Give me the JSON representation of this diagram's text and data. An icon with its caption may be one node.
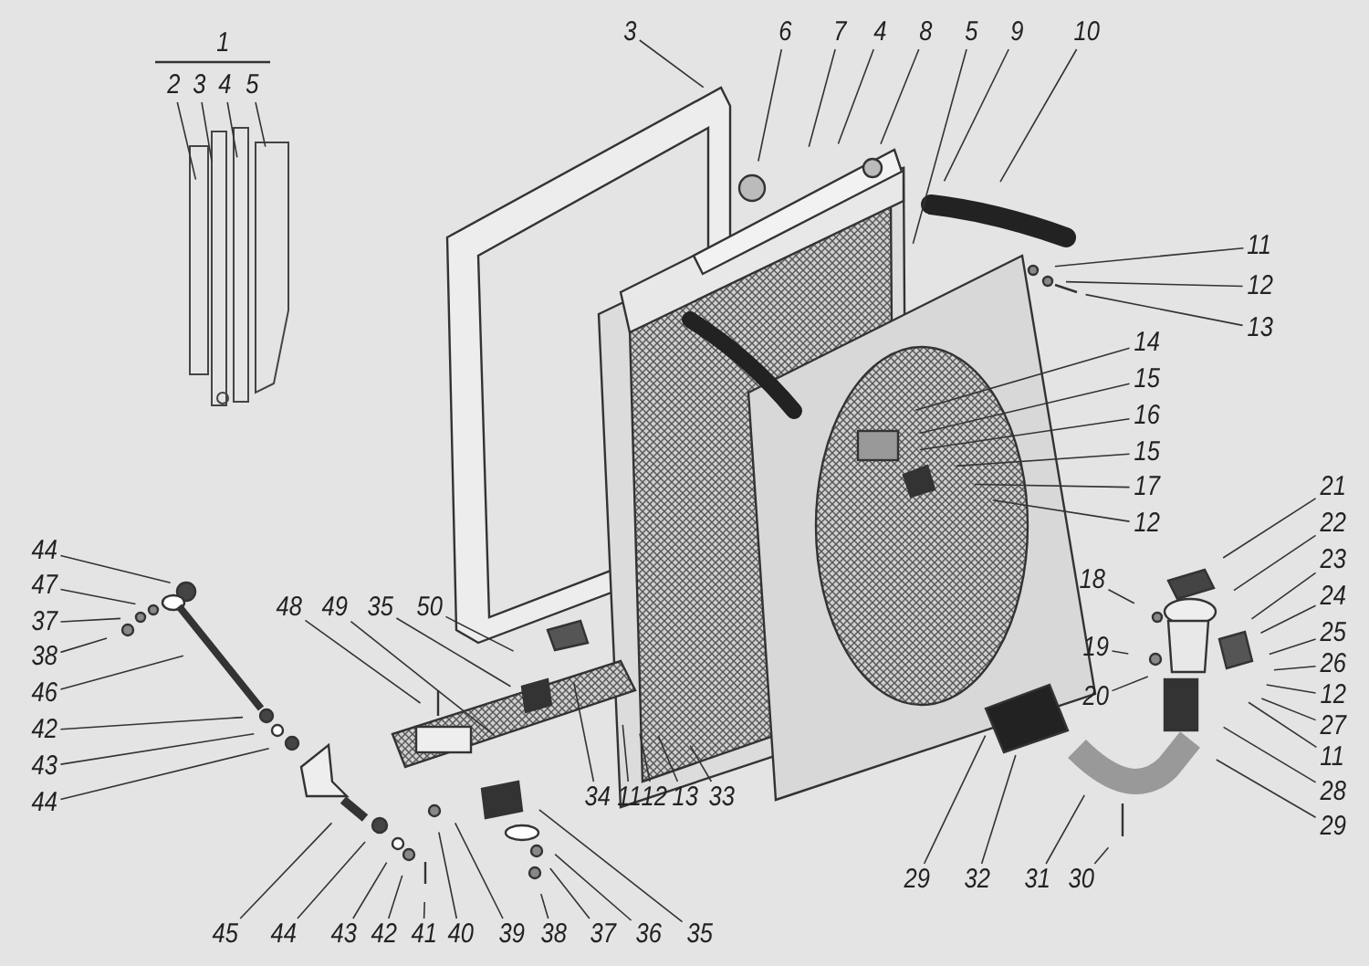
{
  "diagram": {
    "nodes": [
      {
        "text": [
          "2"
        ]
      },
      {
        "text": [
          "3"
        ]
      },
      {
        "text": [
          "4"
        ]
      },
      {
        "text": [
          "5"
        ]
      },
      {
        "text": [
          "3"
        ]
      },
      {
        "text": [
          "6"
        ]
      },
      {
        "text": [
          "7"
        ]
      },
      {
        "text": [
          "4"
        ]
      },
      {
        "text": [
          "8"
        ]
      },
      {
        "text": [
          "5"
        ]
      },
      {
        "text": [
          "9"
        ]
      },
      {
        "text": [
          "10"
        ]
      },
      {
        "text": [
          "11"
        ]
      },
      {
        "text": [
          "12"
        ]
      },
      {
        "text": [
          "13"
        ]
      },
      {
        "text": [
          "14"
        ]
      },
      {
        "text": [
          "15"
        ]
      },
      {
        "text": [
          "16"
        ]
      },
      {
        "text": [
          "15"
        ]
      },
      {
        "text": [
          "17"
        ]
      },
      {
        "text": [
          "12"
        ]
      },
      {
        "text": [
          "21"
        ]
      },
      {
        "text": [
          "22"
        ]
      },
      {
        "text": [
          "23"
        ]
      },
      {
        "text": [
          "24"
        ]
      },
      {
        "text": [
          "25"
        ]
      },
      {
        "text": [
          "26"
        ]
      },
      {
        "text": [
          "12"
        ]
      },
      {
        "text": [
          "27"
        ]
      },
      {
        "text": [
          "11"
        ]
      },
      {
        "text": [
          "28"
        ]
      },
      {
        "text": [
          "29"
        ]
      },
      {
        "text": [
          "18"
        ]
      },
      {
        "text": [
          "19"
        ]
      },
      {
        "text": [
          "20"
        ]
      },
      {
        "text": [
          "29"
        ]
      },
      {
        "text": [
          "32"
        ]
      },
      {
        "text": [
          "31"
        ]
      },
      {
        "text": [
          "30"
        ]
      },
      {
        "text": [
          "34"
        ]
      },
      {
        "text": [
          "11"
        ]
      },
      {
        "text": [
          "12"
        ]
      },
      {
        "text": [
          "13"
        ]
      },
      {
        "text": [
          "33"
        ]
      },
      {
        "text": [
          "44"
        ]
      },
      {
        "text": [
          "47"
        ]
      },
      {
        "text": [
          "37"
        ]
      },
      {
        "text": [
          "38"
        ]
      },
      {
        "text": [
          "46"
        ]
      },
      {
        "text": [
          "42"
        ]
      },
      {
        "text": [
          "43"
        ]
      },
      {
        "text": [
          "44"
        ]
      },
      {
        "text": [
          "48"
        ]
      },
      {
        "text": [
          "49"
        ]
      },
      {
        "text": [
          "35"
        ]
      },
      {
        "text": [
          "50"
        ]
      },
      {
        "text": [
          "45"
        ]
      },
      {
        "text": [
          "44"
        ]
      },
      {
        "text": [
          "43"
        ]
      },
      {
        "text": [
          "42"
        ]
      },
      {
        "text": [
          "41"
        ]
      },
      {
        "text": [
          "40"
        ]
      },
      {
        "text": [
          "39"
        ]
      },
      {
        "text": [
          "38"
        ]
      },
      {
        "text": [
          "37"
        ]
      },
      {
        "text": [
          "36"
        ]
      },
      {
        "text": [
          "35"
        ]
      }
    ],
    "edges": [
      {
        "from": 0,
        "to": null,
        "arrow": "none"
      },
      {
        "from": 1,
        "to": null,
        "arrow": "none"
      },
      {
        "from": 2,
        "to": null,
        "arrow": "none"
      },
      {
        "from": 3,
        "to": null,
        "arrow": "none"
      },
      {
        "from": 4,
        "to": null,
        "arrow": "none"
      },
      {
        "from": 5,
        "to": null,
        "arrow": "none"
      },
      {
        "from": 6,
        "to": null,
        "arrow": "none"
      },
      {
        "from": 7,
        "to": null,
        "arrow": "none"
      },
      {
        "from": 8,
        "to": null,
        "arrow": "none"
      },
      {
        "from": 9,
        "to": null,
        "arrow": "none"
      },
      {
        "from": 10,
        "to": null,
        "arrow": "none"
      },
      {
        "from": 11,
        "to": null,
        "arrow": "none"
      },
      {
        "from": 12,
        "to": null,
        "arrow": "none"
      },
      {
        "from": 13,
        "to": null,
        "arrow": "none"
      },
      {
        "from": 14,
        "to": null,
        "arrow": "none"
      },
      {
        "from": 15,
        "to": null,
        "arrow": "none"
      },
      {
        "from": 16,
        "to": null,
        "arrow": "none"
      },
      {
        "from": 17,
        "to": null,
        "arrow": "none"
      },
      {
        "from": 18,
        "to": null,
        "arrow": "none"
      },
      {
        "from": 19,
        "to": null,
        "arrow": "none"
      },
      {
        "from": 20,
        "to": null,
        "arrow": "none"
      },
      {
        "from": 21,
        "to": null,
        "arrow": "none"
      },
      {
        "from": 22,
        "to": null,
        "arrow": "none"
      },
      {
        "from": 23,
        "to": null,
        "arrow": "none"
      },
      {
        "from": 24,
        "to": null,
        "arrow": "none"
      },
      {
        "from": 25,
        "to": null,
        "arrow": "none"
      },
      {
        "from": 26,
        "to": null,
        "arrow": "none"
      },
      {
        "from": 27,
        "to": null,
        "arrow": "none"
      },
      {
        "from": 28,
        "to": null,
        "arrow": "none"
      },
      {
        "from": 29,
        "to": null,
        "arrow": "none"
      },
      {
        "from": 30,
        "to": null,
        "arrow": "none"
      },
      {
        "from": 31,
        "to": null,
        "arrow": "none"
      },
      {
        "from": 32,
        "to": null,
        "arrow": "none"
      },
      {
        "from": 33,
        "to": null,
        "arrow": "none"
      },
      {
        "from": 34,
        "to": null,
        "arrow": "none"
      },
      {
        "from": 35,
        "to": null,
        "arrow": "none"
      },
      {
        "from": 36,
        "to": null,
        "arrow": "none"
      },
      {
        "from": 37,
        "to": null,
        "arrow": "none"
      },
      {
        "from": 38,
        "to": null,
        "arrow": "none"
      },
      {
        "from": 39,
        "to": null,
        "arrow": "none"
      },
      {
        "from": 40,
        "to": null,
        "arrow": "none"
      },
      {
        "from": 41,
        "to": null,
        "arrow": "none"
      },
      {
        "from": 42,
        "to": null,
        "arrow": "none"
      },
      {
        "from": 43,
        "to": null,
        "arrow": "none"
      },
      {
        "from": 44,
        "to": null,
        "arrow": "none"
      },
      {
        "from": 45,
        "to": null,
        "arrow": "none"
      },
      {
        "from": 46,
        "to": null,
        "arrow": "none"
      },
      {
        "from": 47,
        "to": null,
        "arrow": "none"
      },
      {
        "from": 48,
        "to": null,
        "arrow": "none"
      },
      {
        "from": 49,
        "to": null,
        "arrow": "none"
      },
      {
        "from": 50,
        "to": null,
        "arrow": "none"
      },
      {
        "from": 51,
        "to": null,
        "arrow": "none"
      },
      {
        "from": 52,
        "to": null,
        "arrow": "none"
      },
      {
        "from": 53,
        "to": null,
        "arrow": "none"
      },
      {
        "from": 54,
        "to": null,
        "arrow": "none"
      },
      {
        "from": 55,
        "to": null,
        "arrow": "none"
      },
      {
        "from": 56,
        "to": null,
        "arrow": "none"
      },
      {
        "from": 57,
        "to": null,
        "arrow": "none"
      },
      {
        "from": 58,
        "to": null,
        "arrow": "none"
      },
      {
        "from": 59,
        "to": null,
        "arrow": "none"
      },
      {
        "from": 60,
        "to": null,
        "arrow": "none"
      },
      {
        "from": 61,
        "to": null,
        "arrow": "none"
      },
      {
        "from": 62,
        "to": null,
        "arrow": "none"
      },
      {
        "from": 63,
        "to": null,
        "arrow": "none"
      },
      {
        "from": 64,
        "to": null,
        "arrow": "none"
      },
      {
        "from": 65,
        "to": null,
        "arrow": "none"
      },
      {
        "from": 66,
        "to": null,
        "arrow": "none"
      }
    ],
    "labels": [
      "1"
    ]
  }
}
